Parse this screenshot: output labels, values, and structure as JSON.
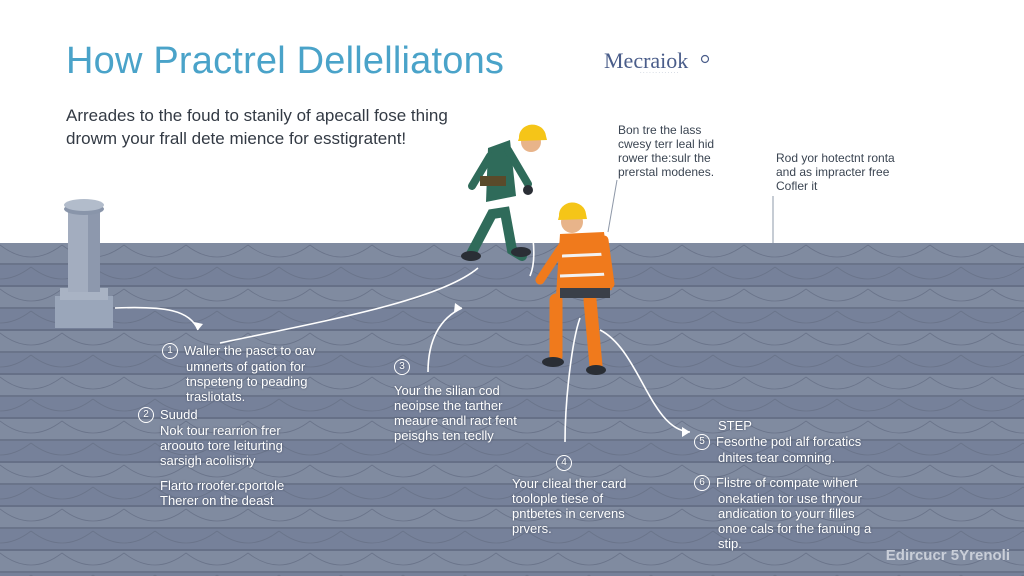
{
  "header": {
    "title": "How Practrel Dellelliatons",
    "subtitle_lines": [
      "Arreades to the foud to stanily of apecall fose thing",
      "drowm your frall dete mience for esstigratent!"
    ],
    "logo": {
      "word": "Mecraiok",
      "tagline": "· · · · · · · · · · · · ·"
    }
  },
  "notes": {
    "left_lines": [
      "Bon tre the lass",
      "cwesy terr leal hid",
      "rower the:sulr the",
      "prerstal modenes."
    ],
    "right_lines": [
      "Rod yor hotectnt ronta",
      "and as impracter free",
      "Cofler it"
    ]
  },
  "steps": [
    {
      "num": "1",
      "label": "Waller the pasct to oav",
      "body": [
        "umnerts of gation for",
        "tnspeteng to peading",
        "trasliotats."
      ]
    },
    {
      "num": "2",
      "label": "Suudd",
      "body": [
        "Nok tour rearrion frer",
        "aroouto tore leiturting",
        "sarsigh acoliisriy",
        "",
        "Flarto rroofer.cportole",
        "Therer on the deast"
      ]
    },
    {
      "num": "3",
      "label": "",
      "body": [
        "Your the silian cod",
        "neoipse the tarther",
        "meaure andl ract fent",
        "peisghs ten teclly"
      ]
    },
    {
      "num": "4",
      "label": "",
      "body": [
        "Your clieal ther card",
        "toolople tiese of",
        "pntbetes in cervens",
        "prvers."
      ]
    },
    {
      "num": "5",
      "label": "STEP",
      "body": [
        "Fesorthe potl alf forcatics",
        "dnites tear comning."
      ]
    },
    {
      "num": "6",
      "label": "Flistre of compate wihert",
      "body": [
        "onekatien tor use thryour",
        "andication to yourr filles",
        "onoe cals for the fanuing a",
        "stip."
      ]
    }
  ],
  "watermark": "Edircucr 5Yrenoli",
  "colors": {
    "title": "#4aa3c9",
    "roof": "#7c879c",
    "vest": "#f07a1c",
    "helmet": "#f5c518",
    "worker_suit": "#2f6b5a"
  },
  "icons": [
    "roof-vent-icon",
    "roofer-worker-green-icon",
    "roofer-worker-orange-icon",
    "safety-rope-icon"
  ]
}
